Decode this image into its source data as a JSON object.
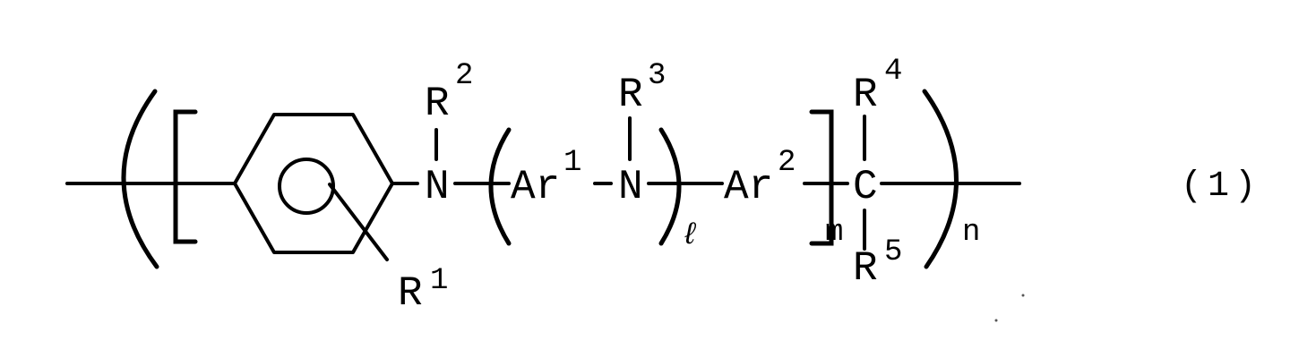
{
  "formula": {
    "N1": "N",
    "R2": "R",
    "R2_sup": "2",
    "R1": "R",
    "R1_sup": "1",
    "Ar1": "Ar",
    "Ar1_sup": "1",
    "N2": "N",
    "R3": "R",
    "R3_sup": "3",
    "sub_l": "ℓ",
    "Ar2": "Ar",
    "Ar2_sup": "2",
    "sub_m": "m",
    "C": "C",
    "R4": "R",
    "R4_sup": "4",
    "R5": "R",
    "R5_sup": "5",
    "sub_n": "n"
  },
  "equation_label": "(1)"
}
